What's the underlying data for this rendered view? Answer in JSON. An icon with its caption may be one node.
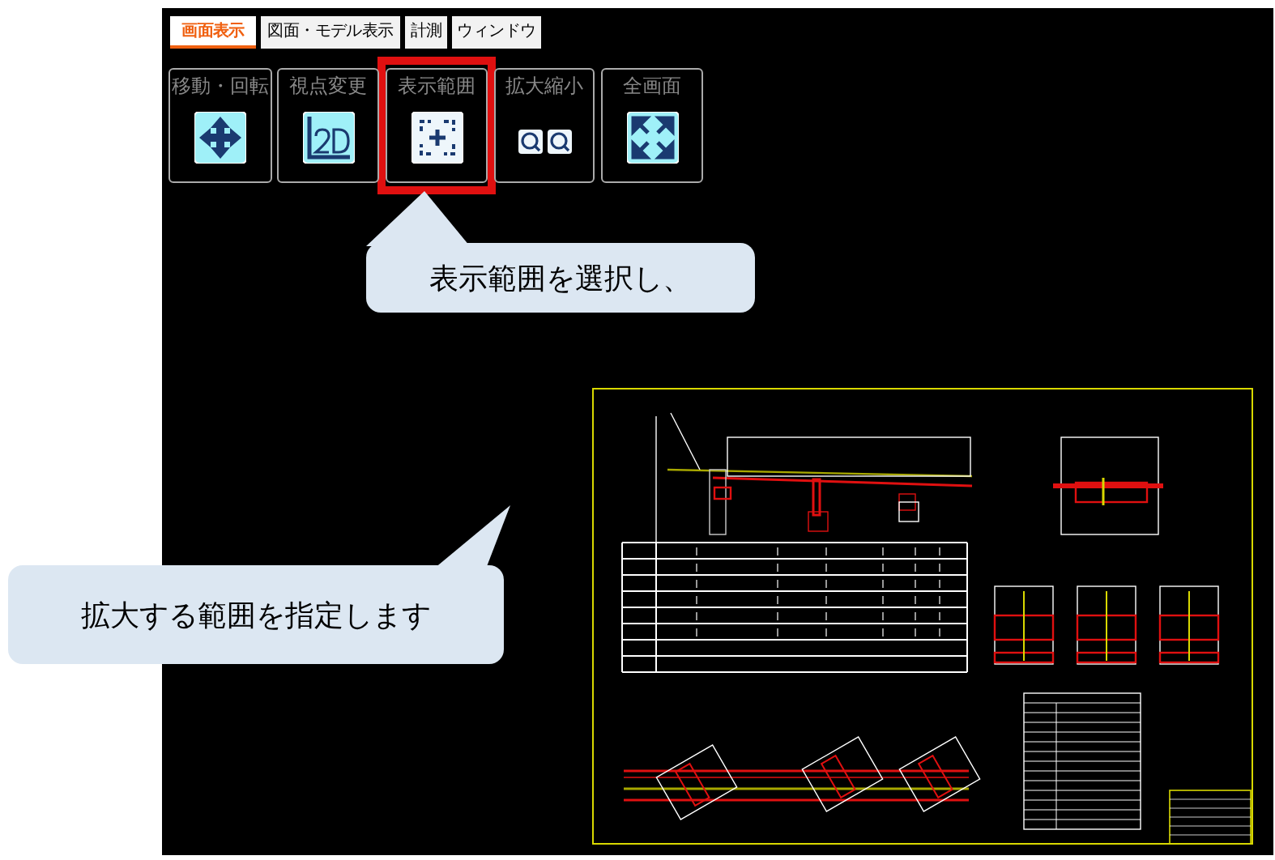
{
  "diagram": {
    "nodes": [
      {
        "text": [
          "画面表示"
        ]
      },
      {
        "text": [
          "図面・モデル表示"
        ]
      },
      {
        "text": [
          "計測"
        ]
      },
      {
        "text": [
          "ウィンドウ"
        ]
      },
      {
        "text": [
          "移動・回転"
        ]
      },
      {
        "text": [
          "視点変更"
        ]
      },
      {
        "text": [
          "表示範囲"
        ]
      },
      {
        "text": [
          "拡大縮小"
        ]
      },
      {
        "text": [
          "全画面"
        ]
      },
      {
        "text": [
          "表示範囲を選択し、"
        ]
      },
      {
        "text": [
          "拡大する範囲を指定します"
        ]
      }
    ]
  }
}
